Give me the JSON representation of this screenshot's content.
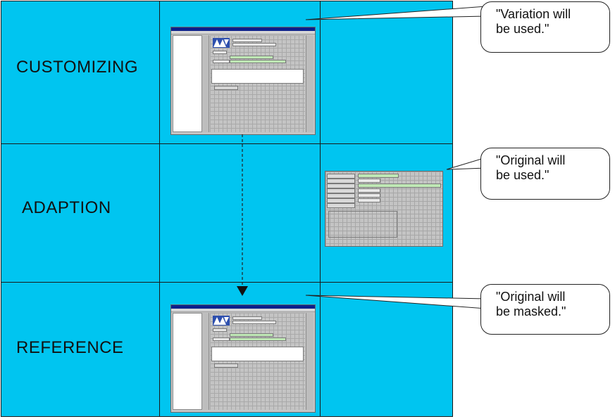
{
  "rows": {
    "customizing": "CUSTOMIZING",
    "adaption": "ADAPTION",
    "reference": "REFERENCE"
  },
  "callouts": {
    "customizing": [
      "\"Variation will",
      "be used.\""
    ],
    "adaption": [
      "\"Original will",
      "be used.\""
    ],
    "reference": [
      "\"Original will",
      "be masked.\""
    ]
  },
  "colors": {
    "background": "#00c5f0",
    "grid_lines": "#1a1a1a",
    "bubble_fill": "#ffffff"
  }
}
